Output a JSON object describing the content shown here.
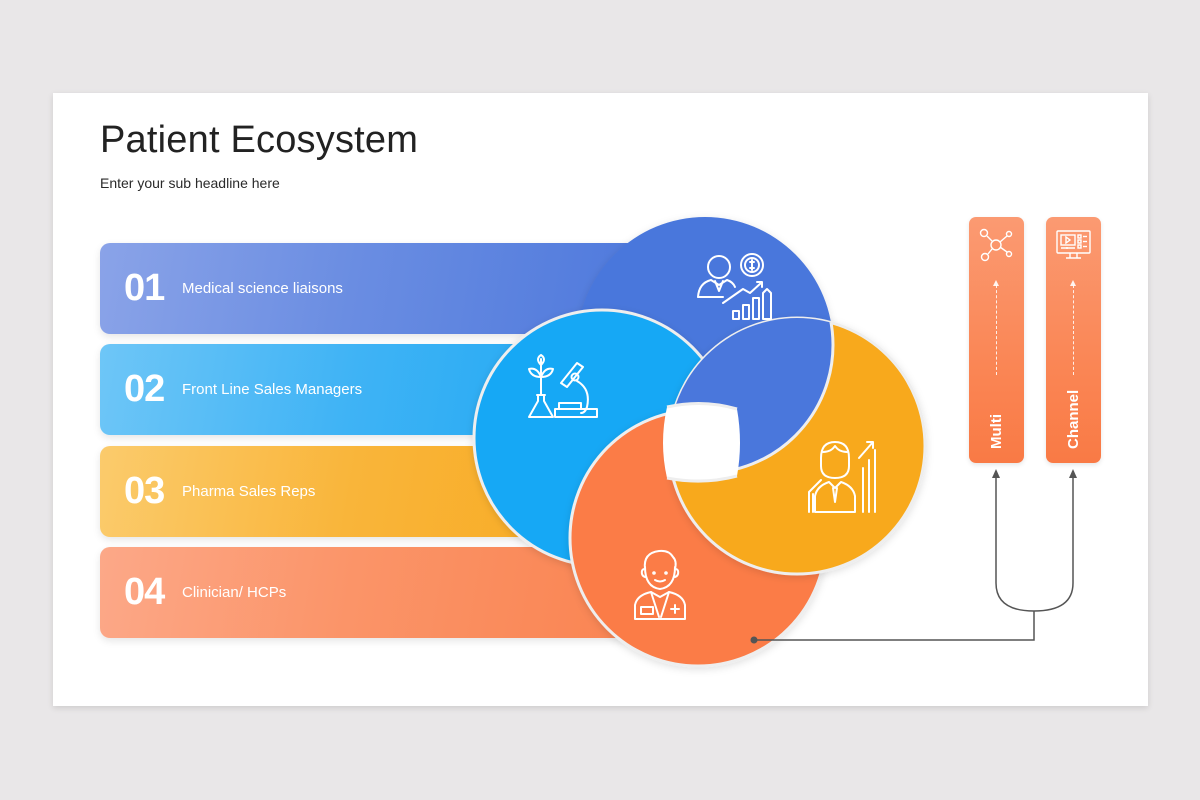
{
  "slide": {
    "title": "Patient Ecosystem",
    "subtitle": "Enter your sub headline here"
  },
  "items": [
    {
      "number": "01",
      "label": "Medical science liaisons",
      "color": "#4a77dc",
      "icon": "salesperson-growth-icon"
    },
    {
      "number": "02",
      "label": "Front Line Sales Managers",
      "color": "#18a8f5",
      "icon": "lab-research-icon"
    },
    {
      "number": "03",
      "label": "Pharma Sales Reps",
      "color": "#f8a91c",
      "icon": "businessman-chart-icon"
    },
    {
      "number": "04",
      "label": "Clinician/ HCPs",
      "color": "#fb7b46",
      "icon": "doctor-icon"
    }
  ],
  "channels": [
    {
      "label": "Multi",
      "icon": "network-nodes-icon"
    },
    {
      "label": "Channel",
      "icon": "monitor-media-icon"
    }
  ],
  "colors": {
    "background": "#e9e7e8",
    "slide": "#ffffff",
    "connector": "#555555"
  }
}
